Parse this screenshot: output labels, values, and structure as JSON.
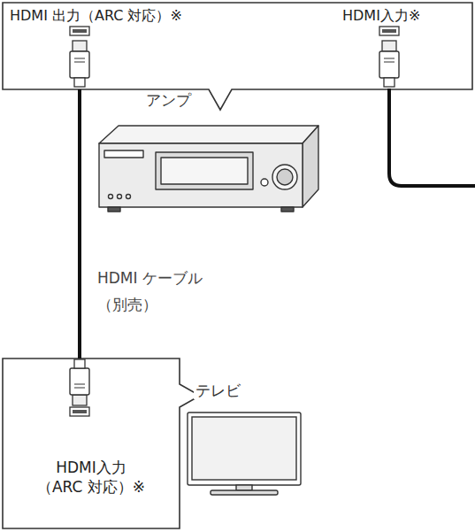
{
  "diagram": {
    "nodes": [
      {
        "text": [
          "HDMI 出力（ARC 対応）※",
          "HDMI入力※"
        ]
      },
      {
        "text": [
          "HDMI入力 （ARC 対応）※"
        ]
      }
    ],
    "edges": [
      {
        "from": 0,
        "to": 1,
        "arrow": "none",
        "label": "HDMI ケーブル （別売）"
      }
    ],
    "labels": [
      "アンプ",
      "テレビ"
    ]
  }
}
